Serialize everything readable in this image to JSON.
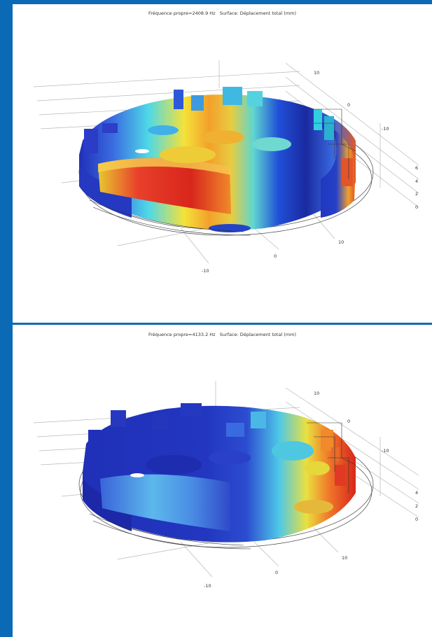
{
  "panels": [
    {
      "title": "Fréquence propre=2408.9 Hz   Surface: Déplacement total (mm)",
      "axis_ticks": {
        "y_top": "10",
        "y_mid": "0",
        "y_neg": "-10",
        "z1": "6",
        "z2": "4",
        "z3": "2",
        "z4": "0",
        "x_pos": "10",
        "x_zero": "0",
        "x_neg": "-10"
      }
    },
    {
      "title": "Fréquence propre=4133.2 Hz   Surface: Déplacement total (mm)",
      "axis_ticks": {
        "y_top": "10",
        "y_mid": "0",
        "y_neg": "-10",
        "z1": "4",
        "z2": "2",
        "z3": "0",
        "x_pos": "10",
        "x_zero": "0",
        "x_neg": "-10"
      }
    }
  ],
  "colors": {
    "frame": "#0a6ab6",
    "deep_blue": "#1a20a8",
    "blue": "#2c52d8",
    "cyan": "#33c8e8",
    "green": "#9be35a",
    "yellow": "#f5e33a",
    "orange": "#f39a2a",
    "red": "#d8261c"
  }
}
